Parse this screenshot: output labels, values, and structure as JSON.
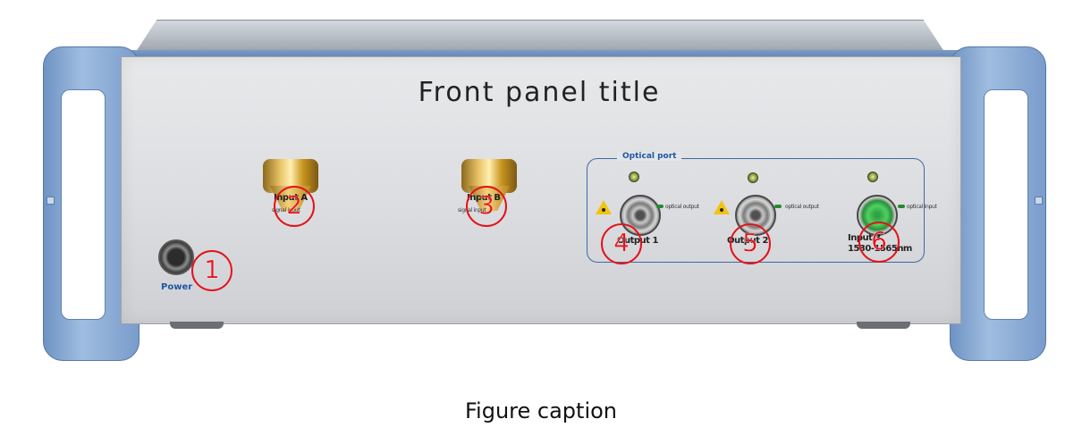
{
  "panel": {
    "title": "Front panel title",
    "power_label": "Power",
    "connectors": [
      {
        "label": "Input A",
        "sublabel": "signal input"
      },
      {
        "label": "Input B",
        "sublabel": "signal input"
      }
    ],
    "optical_interface": {
      "title": "Optical port",
      "ports": [
        {
          "label": "Output 1",
          "tag": "optical output",
          "sublabel": ""
        },
        {
          "label": "Output 2",
          "tag": "optical output",
          "sublabel": ""
        },
        {
          "label": "Input 3",
          "tag": "optical input",
          "sublabel": "1530-1565nm"
        }
      ]
    }
  },
  "callouts": [
    "1",
    "2",
    "3",
    "4",
    "5",
    "6"
  ],
  "caption": "Figure caption",
  "colors": {
    "callout": "#e2131a",
    "handle": "#7a9ccb",
    "panel_label_blue": "#1f56a4",
    "active_port_green": "#4fd062"
  },
  "icons": [
    "power-button-icon",
    "laser-warning-icon",
    "status-led-icon"
  ]
}
